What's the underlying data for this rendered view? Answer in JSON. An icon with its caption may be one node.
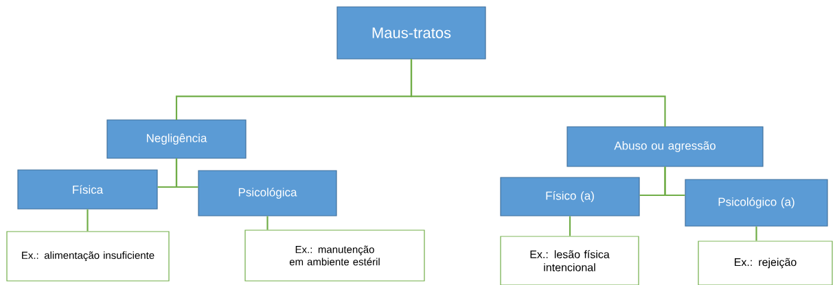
{
  "diagram": {
    "nodes": [
      {
        "text": [
          "Maus-tratos"
        ]
      },
      {
        "text": [
          "Negligência"
        ]
      },
      {
        "text": [
          "Abuso ou agressão"
        ]
      },
      {
        "text": [
          "Física"
        ]
      },
      {
        "text": [
          "Psicológica"
        ]
      },
      {
        "text": [
          "Físico (a)"
        ]
      },
      {
        "text": [
          "Psicológico (a)"
        ]
      },
      {
        "text": [
          "Ex.: alimentação insuficiente"
        ]
      },
      {
        "text": [
          "Ex.: manutenção em ambiente estéril"
        ]
      },
      {
        "text": [
          "Ex.: lesão física intencional"
        ]
      },
      {
        "text": [
          "Ex.: rejeição"
        ]
      }
    ],
    "edges": [
      {
        "from": 0,
        "to": 1,
        "arrow": "none"
      },
      {
        "from": 0,
        "to": 2,
        "arrow": "none"
      },
      {
        "from": 1,
        "to": 3,
        "arrow": "none"
      },
      {
        "from": 1,
        "to": 4,
        "arrow": "none"
      },
      {
        "from": 2,
        "to": 5,
        "arrow": "none"
      },
      {
        "from": 2,
        "to": 6,
        "arrow": "none"
      },
      {
        "from": 3,
        "to": 7,
        "arrow": "none"
      },
      {
        "from": 4,
        "to": 8,
        "arrow": "none"
      },
      {
        "from": 5,
        "to": 9,
        "arrow": "none"
      },
      {
        "from": 6,
        "to": 10,
        "arrow": "none"
      }
    ]
  }
}
